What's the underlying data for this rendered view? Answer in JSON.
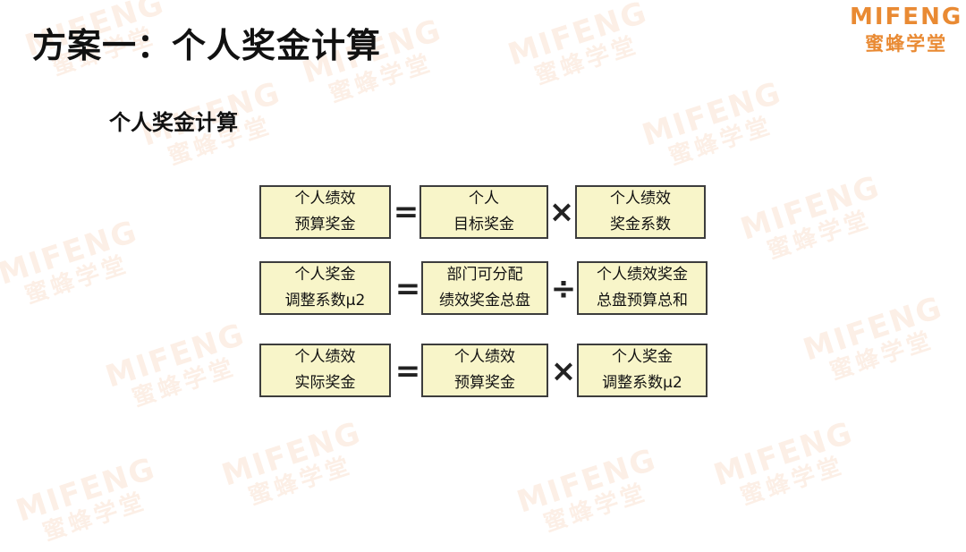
{
  "header": {
    "title": "方案一：个人奖金计算",
    "subtitle": "个人奖金计算"
  },
  "logo": {
    "brand_en": "MIFENG",
    "brand_cn": "蜜蜂学堂",
    "color": "#E98A33"
  },
  "watermark": {
    "en": "MIFENG",
    "cn": "蜜蜂学堂"
  },
  "formulas": [
    {
      "result": "个人绩效\n预算奖金",
      "op1": "=",
      "a": "个人\n目标奖金",
      "op2": "×",
      "b": "个人绩效\n奖金系数"
    },
    {
      "result": "个人奖金\n调整系数μ2",
      "op1": "=",
      "a": "部门可分配\n绩效奖金总盘",
      "op2": "÷",
      "b": "个人绩效奖金\n总盘预算总和"
    },
    {
      "result": "个人绩效\n实际奖金",
      "op1": "=",
      "a": "个人绩效\n预算奖金",
      "op2": "×",
      "b": "个人奖金\n调整系数μ2"
    }
  ],
  "colors": {
    "box_fill": "#F8F5C9",
    "box_border": "#3d3d3d"
  }
}
